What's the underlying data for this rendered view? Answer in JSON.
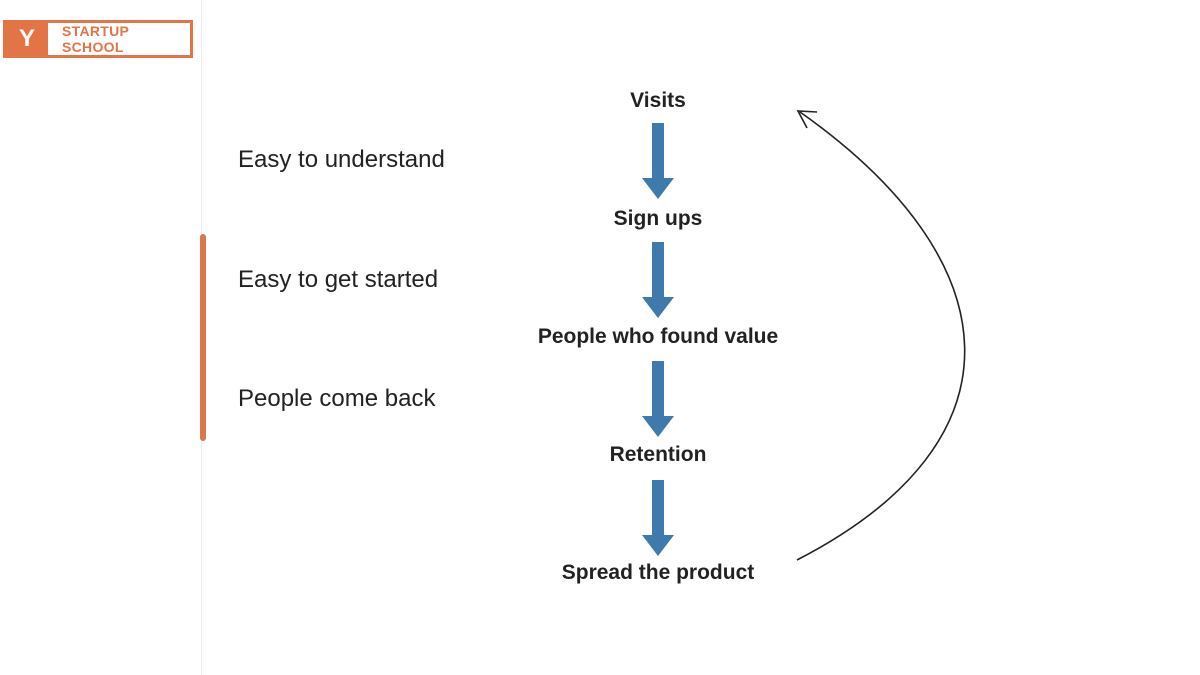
{
  "brand": {
    "mark": "Y",
    "name": "STARTUP SCHOOL",
    "color": "#e27446"
  },
  "left_labels": [
    "Easy to understand",
    "Easy to get started",
    "People come back"
  ],
  "stages": [
    "Visits",
    "Sign ups",
    "People who found value",
    "Retention",
    "Spread the product"
  ],
  "colors": {
    "arrow": "#3e7aab",
    "highlight": "#d9784f",
    "text": "#222222"
  }
}
